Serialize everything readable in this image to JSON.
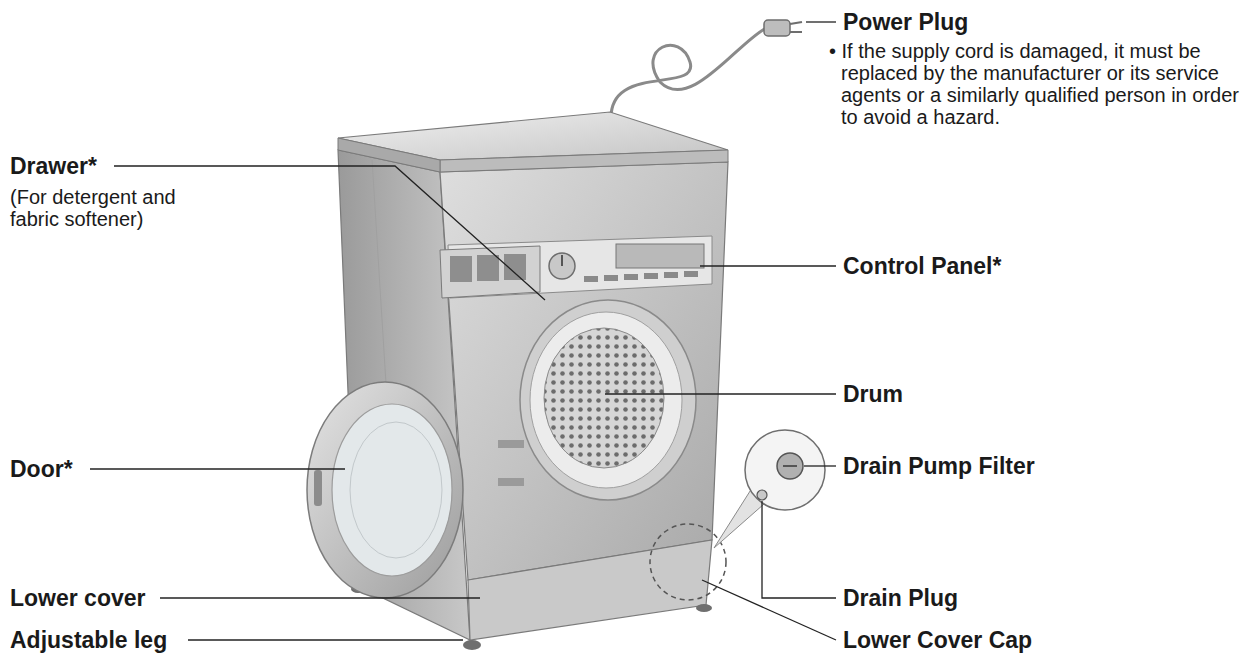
{
  "diagram": {
    "labels": [
      "Power Plug",
      "• If the supply cord is damaged, it must be replaced by the manufacturer or its service agents or a similarly qualified person in order to avoid a hazard.",
      "Drawer*",
      "(For detergent and fabric softener)",
      "Control Panel*",
      "Drum",
      "Door*",
      "Drain Pump Filter",
      "Lower cover",
      "Drain Plug",
      "Adjustable leg",
      "Lower Cover Cap"
    ]
  }
}
